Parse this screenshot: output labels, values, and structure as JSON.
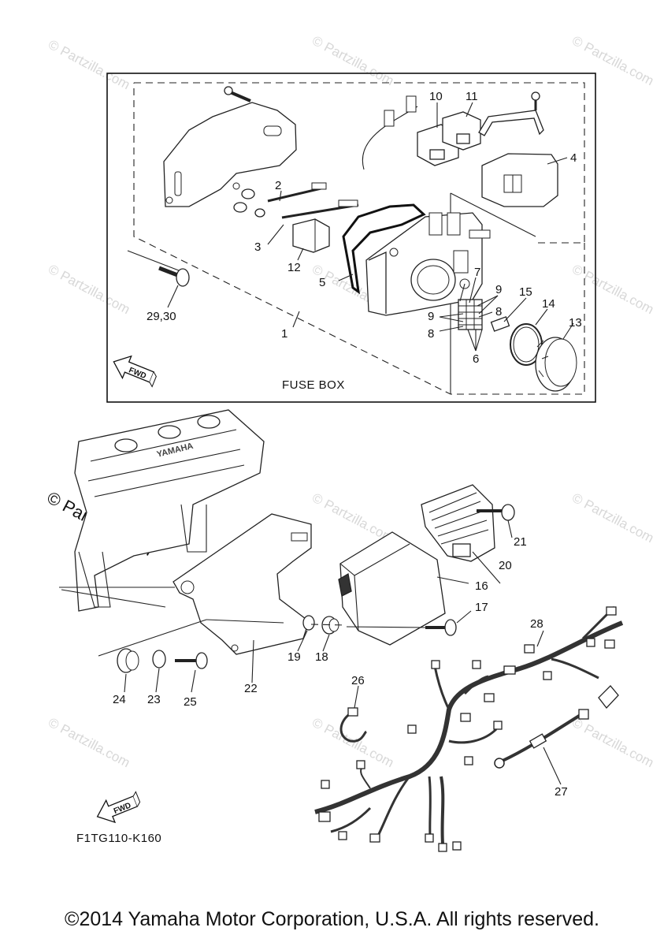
{
  "watermarks": {
    "text": "© Partzilla.com",
    "prominent": "© Partzilla.com"
  },
  "fuse_box": {
    "title": "FUSE BOX",
    "fwd_label": "FWD"
  },
  "lower": {
    "fwd_label": "FWD",
    "drawing_code": "F1TG110-K160"
  },
  "engine_text": "YAMAHA",
  "callouts": {
    "c1": "1",
    "c2": "2",
    "c3": "3",
    "c4": "4",
    "c5": "5",
    "c6": "6",
    "c7": "7",
    "c8a": "8",
    "c8b": "8",
    "c9a": "9",
    "c9b": "9",
    "c10": "10",
    "c11": "11",
    "c12": "12",
    "c13": "13",
    "c14": "14",
    "c15": "15",
    "c16": "16",
    "c17": "17",
    "c18": "18",
    "c19": "19",
    "c20": "20",
    "c21": "21",
    "c22": "22",
    "c23": "23",
    "c24": "24",
    "c25": "25",
    "c26": "26",
    "c27": "27",
    "c28": "28",
    "c2930": "29,30"
  },
  "copyright": "©2014 Yamaha Motor Corporation, U.S.A. All rights reserved."
}
